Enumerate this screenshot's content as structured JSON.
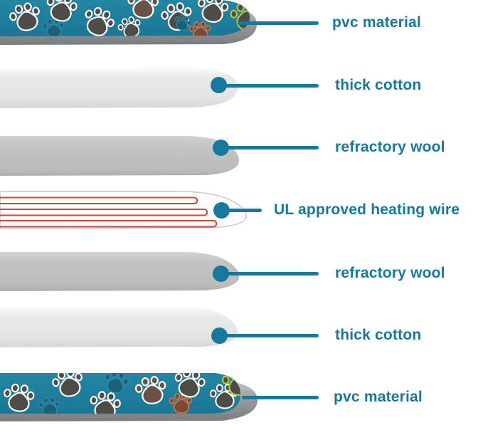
{
  "diagram": {
    "layers": [
      {
        "label": "pvc material"
      },
      {
        "label": "thick cotton"
      },
      {
        "label": "refractory wool"
      },
      {
        "label": "UL approved heating wire"
      },
      {
        "label": "refractory wool"
      },
      {
        "label": "thick cotton"
      },
      {
        "label": "pvc material"
      }
    ],
    "colors": {
      "accent_teal": "#15789c",
      "pad_teal": "#1e7f9d",
      "light_gray": "#e6e6e6",
      "mid_gray": "#c1c1c1",
      "rim_gray": "#8a8e90",
      "wire_red": "#c9473b"
    }
  }
}
